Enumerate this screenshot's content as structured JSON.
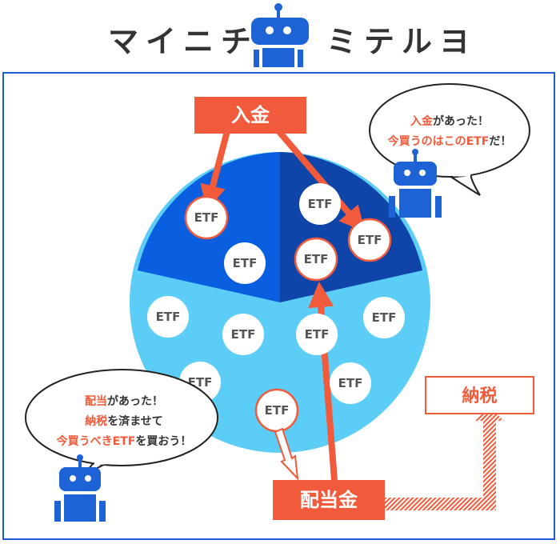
{
  "title": {
    "left": "マイニチ",
    "right": "ミテルヨ"
  },
  "labels": {
    "deposit": "入金",
    "dividend": "配当金",
    "tax": "納税"
  },
  "etf_label": "ETF",
  "bubble_top": {
    "line1_hl": "入金",
    "line1_rest": "があった！",
    "line2_pre": "今買うのはこの",
    "line2_hl": "ETF",
    "line2_post": "だ！"
  },
  "bubble_bottom": {
    "line1_hl": "配当",
    "line1_rest": "があった！",
    "line2_hl": "納税",
    "line2_rest": "を済ませて",
    "line3_pre": "今買うべき",
    "line3_hl": "ETF",
    "line3_post": "を買おう！"
  },
  "colors": {
    "brand_blue": "#1e5bd8",
    "dark_blue": "#0f44a8",
    "mid_blue": "#0a5fe0",
    "light_blue": "#5ccdf7",
    "accent": "#f15a3a",
    "robot_blue": "#1e63d6"
  }
}
